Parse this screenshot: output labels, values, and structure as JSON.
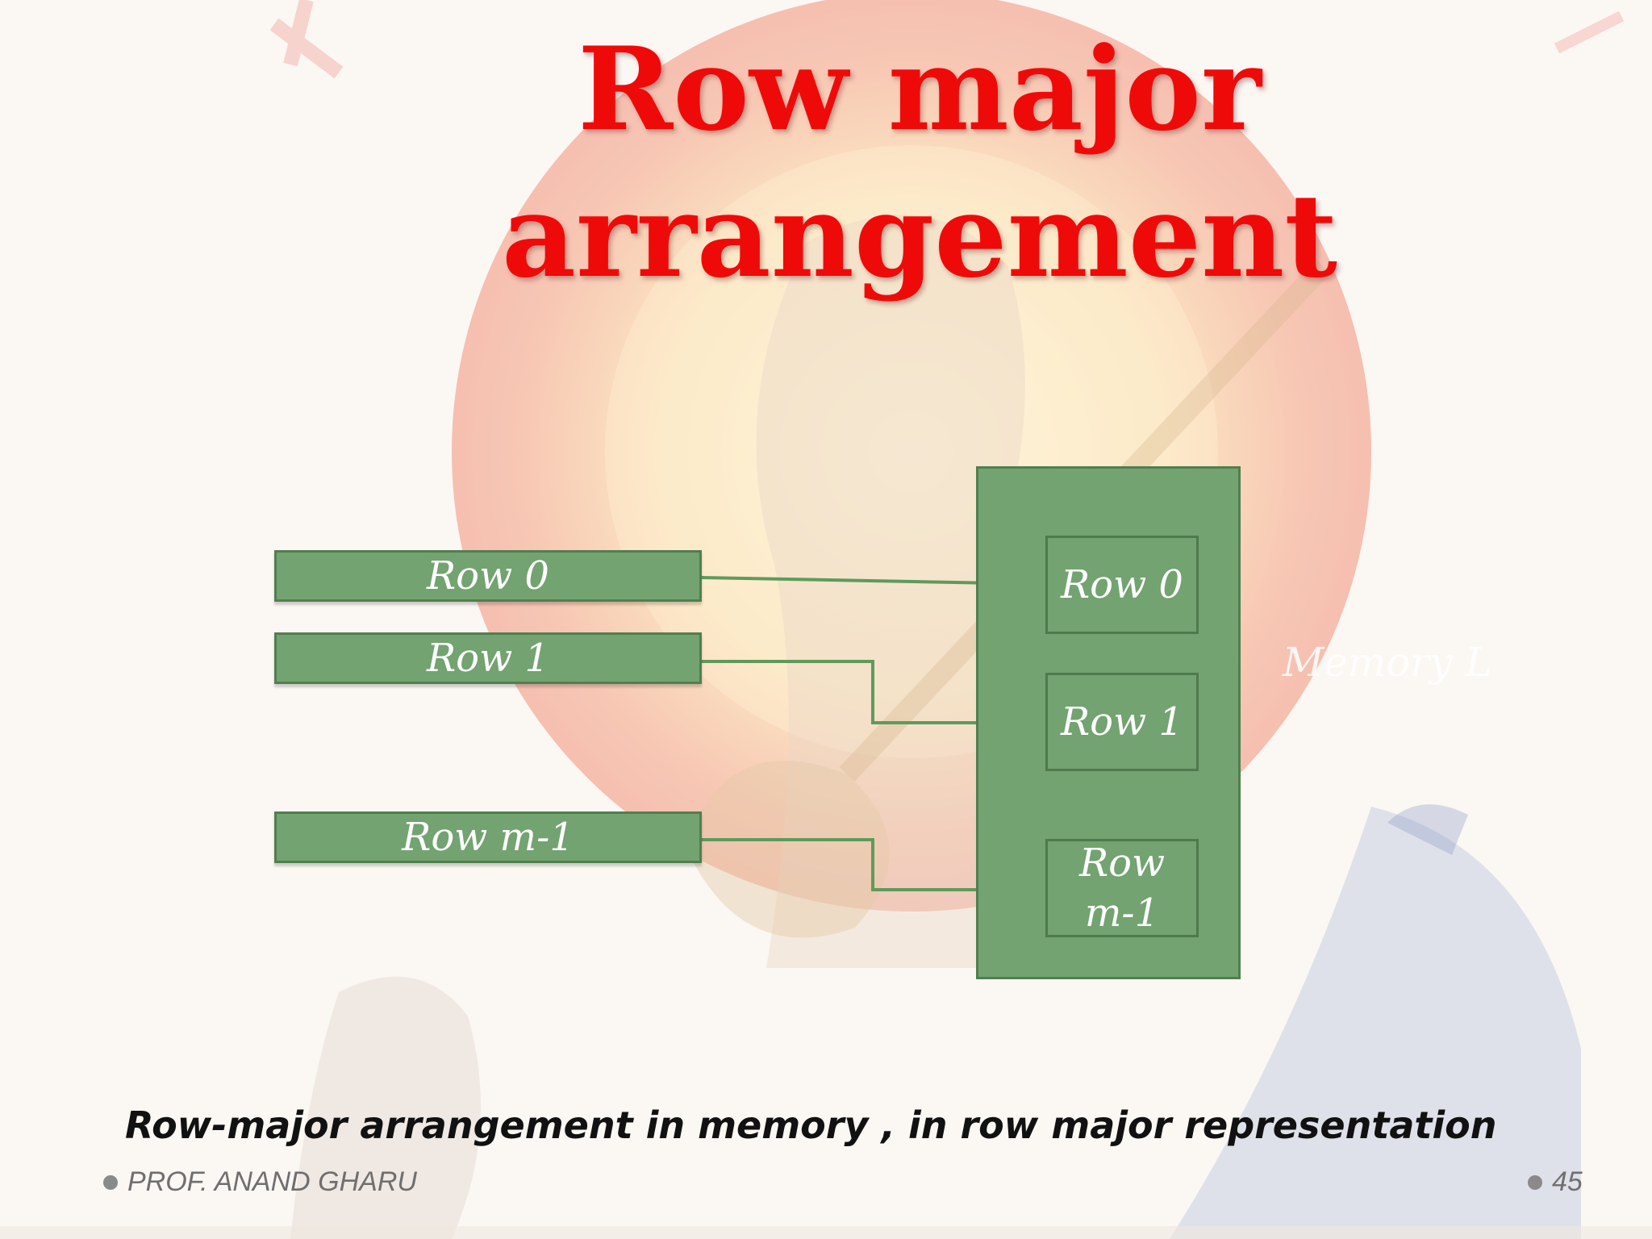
{
  "slide": {
    "title_line1": "Row major",
    "title_line2": "arrangement",
    "caption": "Row-major arrangement in memory , in row major representation",
    "author": "PROF. ANAND GHARU",
    "page_number": "45"
  },
  "diagram": {
    "source_rows": [
      "Row 0",
      "Row 1",
      "Row m-1"
    ],
    "memory_cells": [
      {
        "line1": "Row 0",
        "line2": ""
      },
      {
        "line1": "Row 1",
        "line2": ""
      },
      {
        "line1": "Row",
        "line2": "m-1"
      }
    ],
    "memory_label": "Memory L"
  },
  "colors": {
    "title": "#ef0a0a",
    "box_fill": "#73a370",
    "box_border": "#527e50",
    "caption": "#111111",
    "footer": "#6f6f6f"
  },
  "icons": [
    "bullet-dot-icon"
  ]
}
